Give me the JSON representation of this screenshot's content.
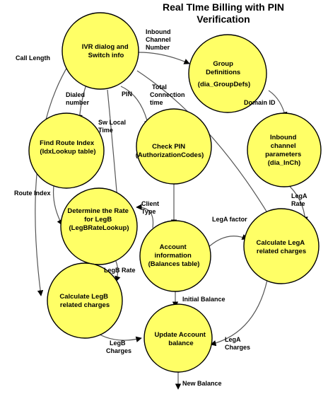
{
  "title": {
    "line1": "Real TIme Billing with PIN",
    "line2": "Verification"
  },
  "node_fill": "#ffff66",
  "nodes": {
    "ivr": [
      "IVR dialog and",
      "Switch info"
    ],
    "group": [
      "Group",
      "Definitions",
      "(dia_GroupDefs)"
    ],
    "route": [
      "Find Route Index",
      "(IdxLookup table)"
    ],
    "pin": [
      "Check PIN",
      "(AuthorizationCodes)"
    ],
    "inbound": [
      "Inbound",
      "channel",
      "parameters",
      "(dia_InCh)"
    ],
    "rate": [
      "Determine the Rate",
      "for LegB",
      "(LegBRateLookup)"
    ],
    "account": [
      "Account",
      "information",
      "(Balances table)"
    ],
    "lega": [
      "Calculate LegA",
      "related charges"
    ],
    "legb": [
      "Calculate LegB",
      "related charges"
    ],
    "update": [
      "Update Account",
      "balance"
    ]
  },
  "flows": {
    "inbound_channel_number": [
      "Inbound",
      "Channel",
      "Number"
    ],
    "call_length": [
      "Call Length"
    ],
    "dialed_number": [
      "Dialed",
      "number"
    ],
    "sw_local_time": [
      "Sw Local",
      "Time"
    ],
    "pin": [
      "PIN"
    ],
    "total_connection_time": [
      "Total",
      "Connection",
      "time"
    ],
    "domain_id": [
      "Domain ID"
    ],
    "route_index": [
      "Route Index"
    ],
    "client_type": [
      "Client",
      "Type"
    ],
    "lega_rate": [
      "LegA",
      "Rate"
    ],
    "lega_factor": [
      "LegA factor"
    ],
    "legb_rate": [
      "LegB Rate"
    ],
    "initial_balance": [
      "Initial Balance"
    ],
    "legb_charges": [
      "LegB",
      "Charges"
    ],
    "lega_charges": [
      "LegA",
      "Charges"
    ],
    "new_balance": [
      "New Balance"
    ]
  }
}
